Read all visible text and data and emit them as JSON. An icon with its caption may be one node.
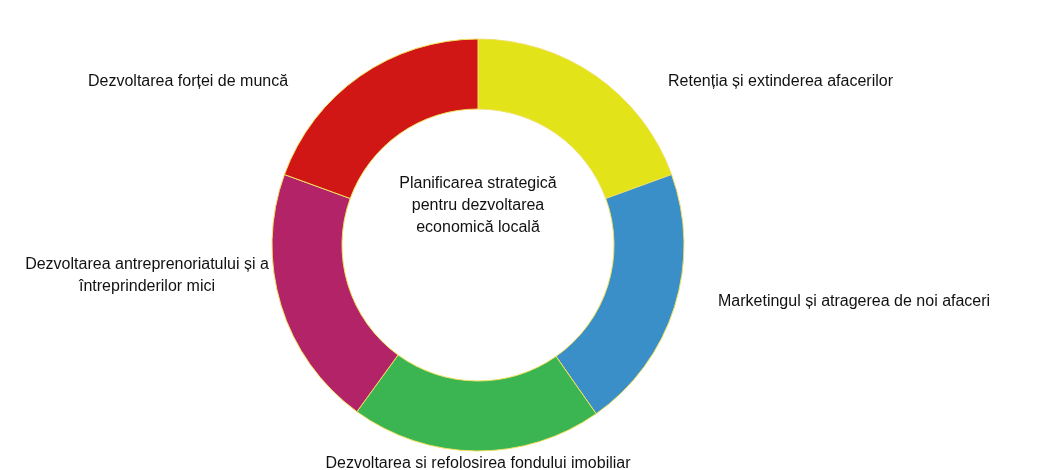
{
  "diagram": {
    "nodes": [
      {
        "text": [
          "Retenția și extinderea afacerilor"
        ]
      },
      {
        "text": [
          "Marketingul și atragerea de noi afaceri"
        ]
      },
      {
        "text": [
          "Dezvoltarea si refolosirea fondului imobiliar"
        ]
      },
      {
        "text": [
          "Dezvoltarea antreprenoriatului și a întreprinderilor mici"
        ]
      },
      {
        "text": [
          "Dezvoltarea forței de muncă"
        ]
      },
      {
        "text": [
          "Planificarea strategică pentru dezvoltarea economică locală"
        ]
      }
    ],
    "edges": []
  }
}
